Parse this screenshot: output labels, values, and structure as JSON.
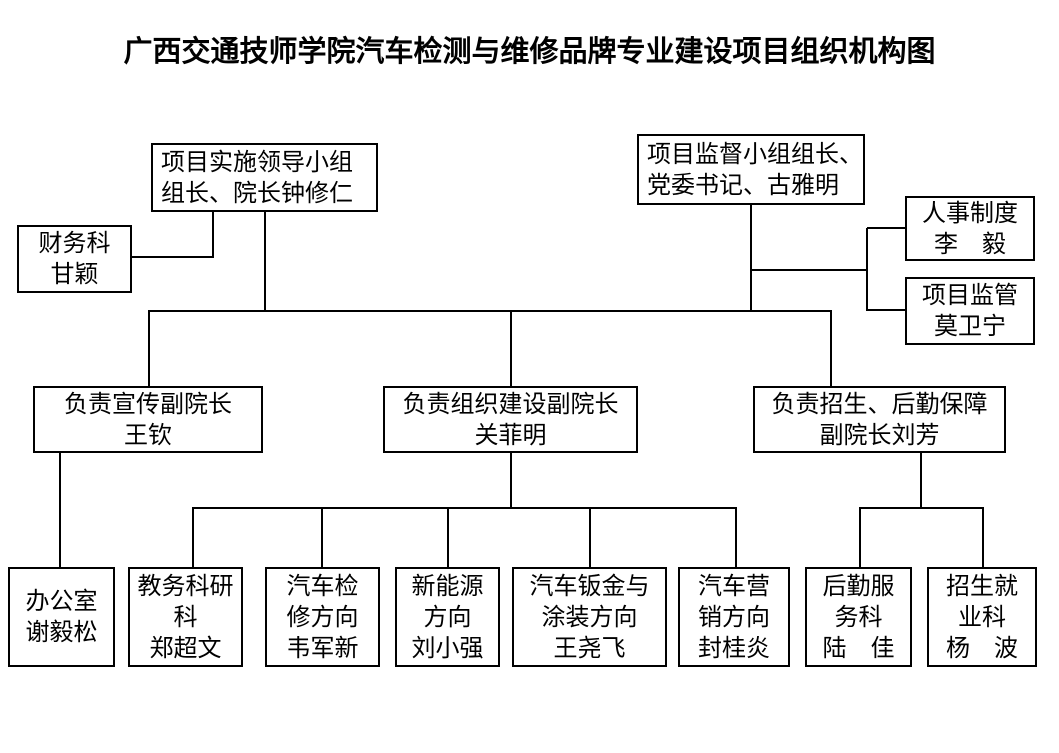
{
  "title": "广西交通技师学院汽车检测与维修品牌专业建设项目组织机构图",
  "colors": {
    "background": "#ffffff",
    "line": "#000000",
    "text": "#000000"
  },
  "nodes": {
    "leader_group": {
      "lines": [
        "项目实施领导小组",
        "组长、院长钟修仁"
      ]
    },
    "finance": {
      "lines": [
        "财务科",
        "甘颖"
      ]
    },
    "supervision_group": {
      "lines": [
        "项目监督小组组长、",
        "党委书记、古雅明"
      ]
    },
    "hr_system": {
      "lines": [
        "人事制度",
        "李　毅"
      ]
    },
    "project_regulation": {
      "lines": [
        "项目监管",
        "莫卫宁"
      ]
    },
    "publicity_vp": {
      "lines": [
        "负责宣传副院长",
        "王钦"
      ]
    },
    "org_building_vp": {
      "lines": [
        "负责组织建设副院长",
        "关菲明"
      ]
    },
    "enrollment_logistics_vp": {
      "lines": [
        "负责招生、后勤保障",
        "副院长刘芳"
      ]
    },
    "office": {
      "lines": [
        "办公室",
        "谢毅松"
      ]
    },
    "academic_research": {
      "lines": [
        "教务科研",
        "科",
        "郑超文"
      ]
    },
    "vehicle_maintenance": {
      "lines": [
        "汽车检",
        "修方向",
        "韦军新"
      ]
    },
    "new_energy": {
      "lines": [
        "新能源",
        "方向",
        "刘小强"
      ]
    },
    "sheet_metal_painting": {
      "lines": [
        "汽车钣金与",
        "涂装方向",
        "王尧飞"
      ]
    },
    "marketing": {
      "lines": [
        "汽车营",
        "销方向",
        "封桂炎"
      ]
    },
    "logistics_service": {
      "lines": [
        "后勤服",
        "务科",
        "陆　佳"
      ]
    },
    "enrollment_employment": {
      "lines": [
        "招生就",
        "业科",
        "杨　波"
      ]
    }
  },
  "edges": [
    [
      "leader_group",
      "finance"
    ],
    [
      "leader_group",
      "publicity_vp"
    ],
    [
      "leader_group",
      "org_building_vp"
    ],
    [
      "leader_group",
      "enrollment_logistics_vp"
    ],
    [
      "supervision_group",
      "hr_system"
    ],
    [
      "supervision_group",
      "project_regulation"
    ],
    [
      "supervision_group",
      "publicity_vp"
    ],
    [
      "supervision_group",
      "org_building_vp"
    ],
    [
      "supervision_group",
      "enrollment_logistics_vp"
    ],
    [
      "publicity_vp",
      "office"
    ],
    [
      "org_building_vp",
      "academic_research"
    ],
    [
      "org_building_vp",
      "vehicle_maintenance"
    ],
    [
      "org_building_vp",
      "new_energy"
    ],
    [
      "org_building_vp",
      "sheet_metal_painting"
    ],
    [
      "org_building_vp",
      "marketing"
    ],
    [
      "enrollment_logistics_vp",
      "logistics_service"
    ],
    [
      "enrollment_logistics_vp",
      "enrollment_employment"
    ]
  ]
}
